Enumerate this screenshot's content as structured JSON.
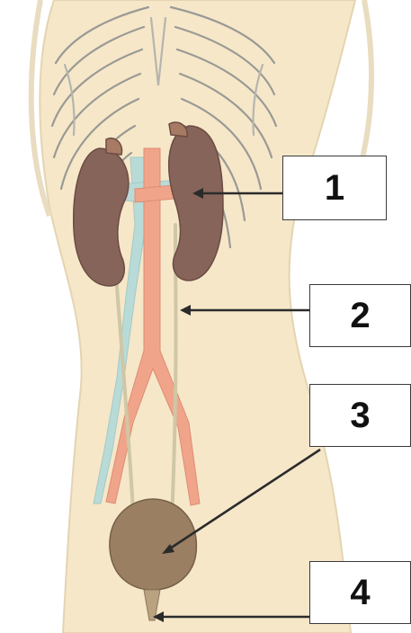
{
  "labels": [
    {
      "id": "1",
      "text": "1"
    },
    {
      "id": "2",
      "text": "2"
    },
    {
      "id": "3",
      "text": "3"
    },
    {
      "id": "4",
      "text": "4"
    }
  ],
  "colors": {
    "skin": "#f6e7c9",
    "skin_outline": "#d9c7a4",
    "ribs": "#9a9a94",
    "kidney": "#86645a",
    "artery": "#f0a58a",
    "vein": "#b9dbd8",
    "bladder": "#9a7f63",
    "ureter": "#e8e1c5",
    "arrow": "#2b2b2b",
    "box_border": "#3a3a3a"
  }
}
